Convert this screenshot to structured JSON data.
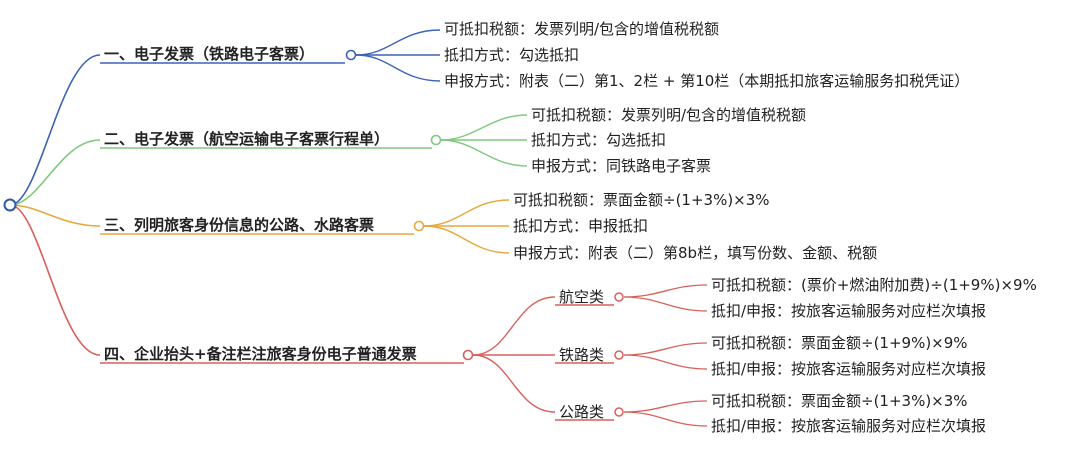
{
  "colors": {
    "root": "#2f5aa8",
    "branch1": "#3b63b8",
    "branch2": "#7ec97e",
    "branch3": "#e8a73a",
    "branch4": "#d9605a"
  },
  "mindmap": {
    "branches": [
      {
        "label": "一、电子发票（铁路电子客票）",
        "leaves": [
          "可抵扣税额：发票列明/包含的增值税税额",
          "抵扣方式：勾选抵扣",
          "申报方式：附表（二）第1、2栏 + 第10栏（本期抵扣旅客运输服务扣税凭证）"
        ]
      },
      {
        "label": "二、电子发票（航空运输电子客票行程单）",
        "leaves": [
          "可抵扣税额：发票列明/包含的增值税税额",
          "抵扣方式：勾选抵扣",
          "申报方式：同铁路电子客票"
        ]
      },
      {
        "label": "三、列明旅客身份信息的公路、水路客票",
        "leaves": [
          "可抵扣税额：票面金额÷(1+3%)×3%",
          "抵扣方式：申报抵扣",
          "申报方式：附表（二）第8b栏，填写份数、金额、税额"
        ]
      },
      {
        "label": "四、企业抬头+备注栏注旅客身份电子普通发票",
        "subs": [
          {
            "label": "航空类",
            "leaves": [
              "可抵扣税额：(票价+燃油附加费)÷(1+9%)×9%",
              "抵扣/申报：按旅客运输服务对应栏次填报"
            ]
          },
          {
            "label": "铁路类",
            "leaves": [
              "可抵扣税额：票面金额÷(1+9%)×9%",
              "抵扣/申报：按旅客运输服务对应栏次填报"
            ]
          },
          {
            "label": "公路类",
            "leaves": [
              "可抵扣税额：票面金额÷(1+3%)×3%",
              "抵扣/申报：按旅客运输服务对应栏次填报"
            ]
          }
        ]
      }
    ]
  }
}
